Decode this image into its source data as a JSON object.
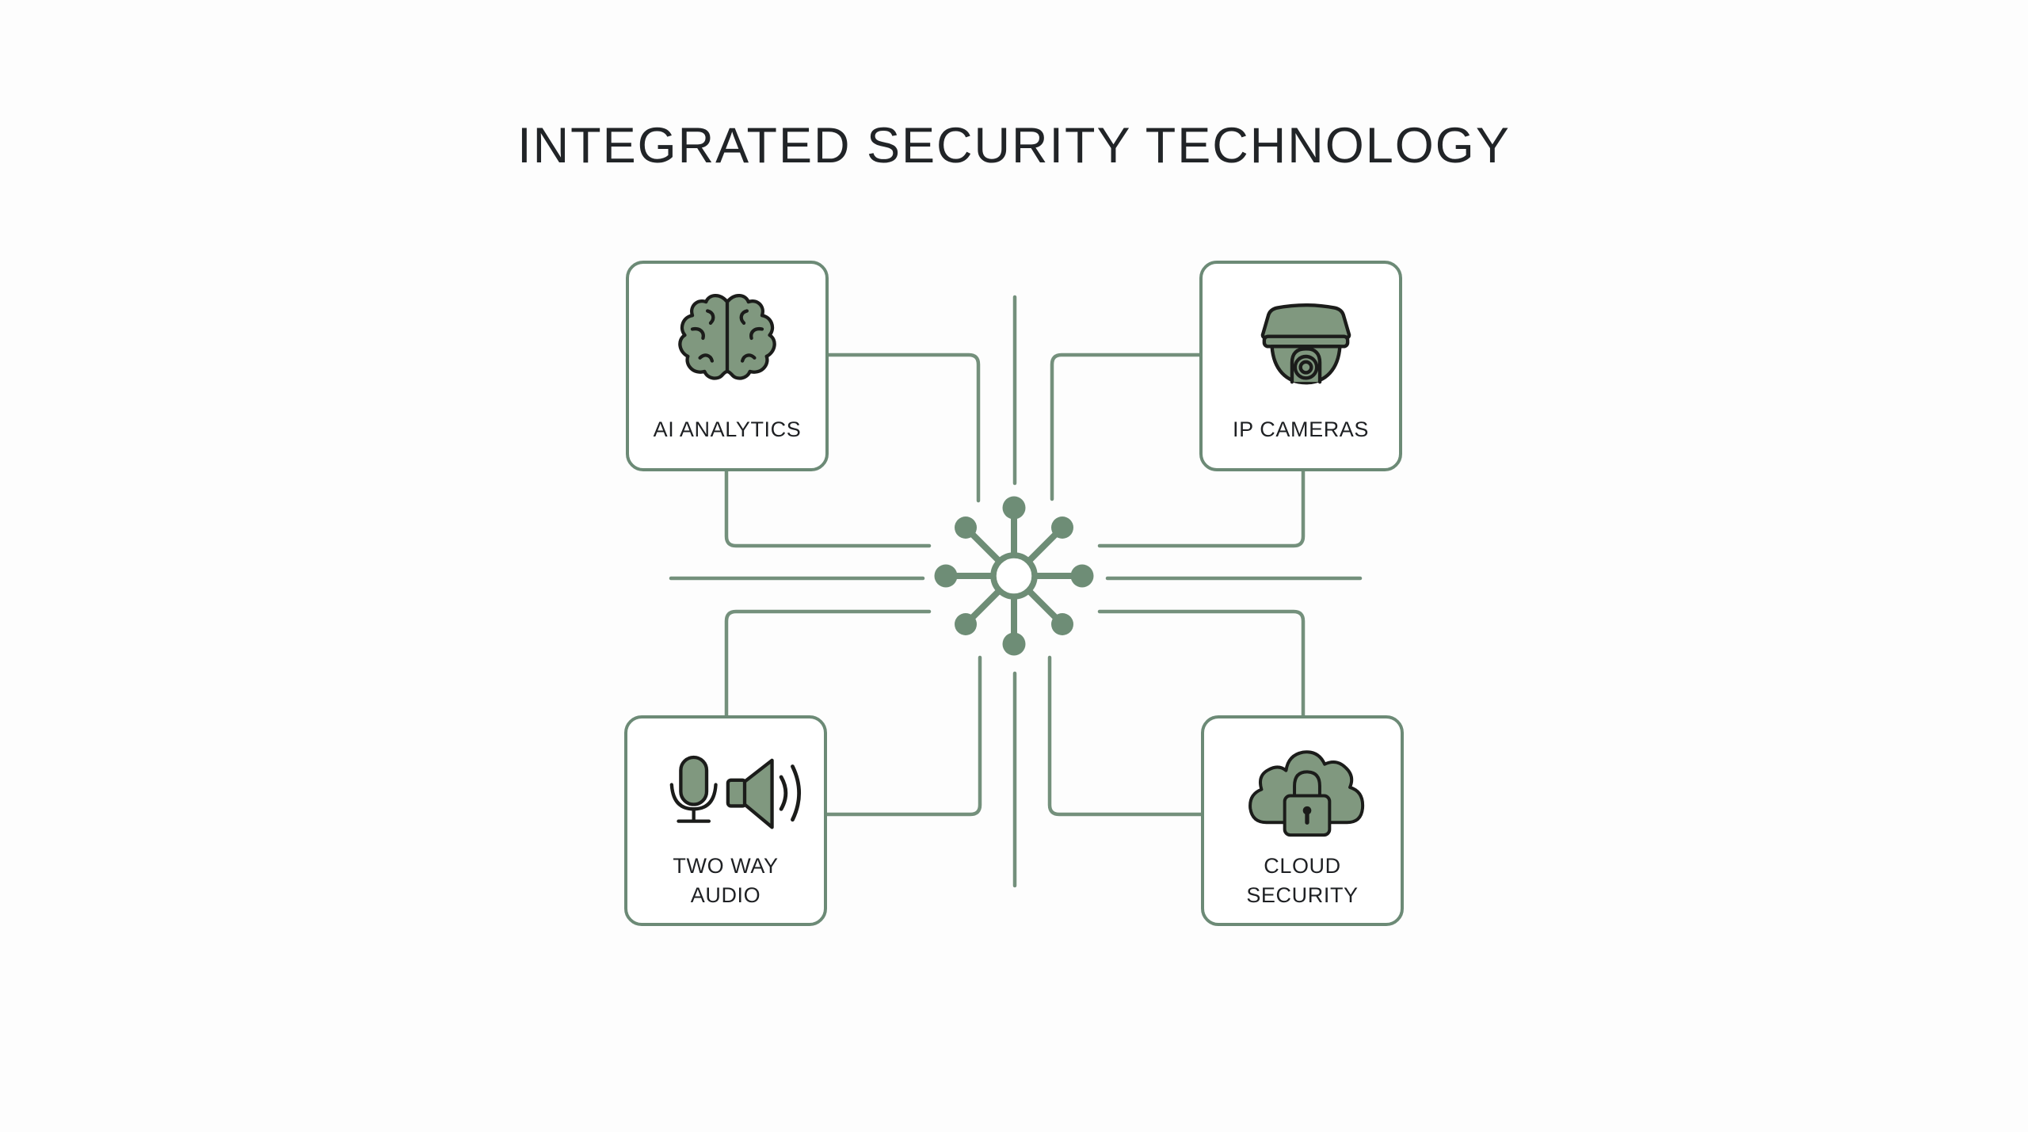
{
  "title": "INTEGRATED SECURITY TECHNOLOGY",
  "colors": {
    "connector_line_green": "#74907c",
    "box_border_green": "#6c8a76",
    "hub_green": "#6e8d76",
    "icon_fill_green": "#80987f",
    "icon_outline_dark": "#1b1c1a",
    "text_dark": "#1e2023",
    "background": "#fdfdfd"
  },
  "hub": {
    "name": "network-hub"
  },
  "nodes": [
    {
      "id": "ai-analytics",
      "position": "top-left",
      "icon": "brain-icon",
      "label_lines": [
        "AI ANALYTICS"
      ]
    },
    {
      "id": "ip-cameras",
      "position": "top-right",
      "icon": "dome-camera-icon",
      "label_lines": [
        "IP CAMERAS"
      ]
    },
    {
      "id": "two-way-audio",
      "position": "bottom-left",
      "icon": "microphone-speaker-icon",
      "label_lines": [
        "TWO WAY",
        "AUDIO"
      ]
    },
    {
      "id": "cloud-security",
      "position": "bottom-right",
      "icon": "cloud-lock-icon",
      "label_lines": [
        "CLOUD",
        "SECURITY"
      ]
    }
  ]
}
